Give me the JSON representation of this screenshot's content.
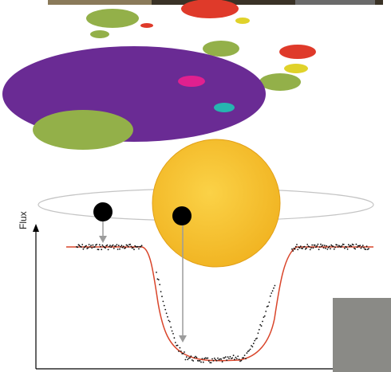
{
  "figure": {
    "ylabel": "Flux",
    "colors": {
      "background": "#ffffff",
      "top_bar": "#3a3226",
      "cloud_purple": "#6a2b94",
      "blob_green": "#93b049",
      "blob_red": "#df3a2a",
      "blob_yellow": "#e0d22a",
      "blob_magenta": "#e0208f",
      "blob_teal": "#26b5b0",
      "star_fill": "#f7c12a",
      "star_edge": "#e2a018",
      "planet": "#000000",
      "orbit": "#c4c4c4",
      "arrow": "#9c9c9c",
      "model_line": "#d9452a",
      "observations": "#111111",
      "corner_panel": "#8a8a86",
      "axis": "#000000"
    },
    "components": [
      "star",
      "orbit",
      "planet-out-of-transit",
      "planet-in-transit",
      "light-curve",
      "observations"
    ]
  }
}
